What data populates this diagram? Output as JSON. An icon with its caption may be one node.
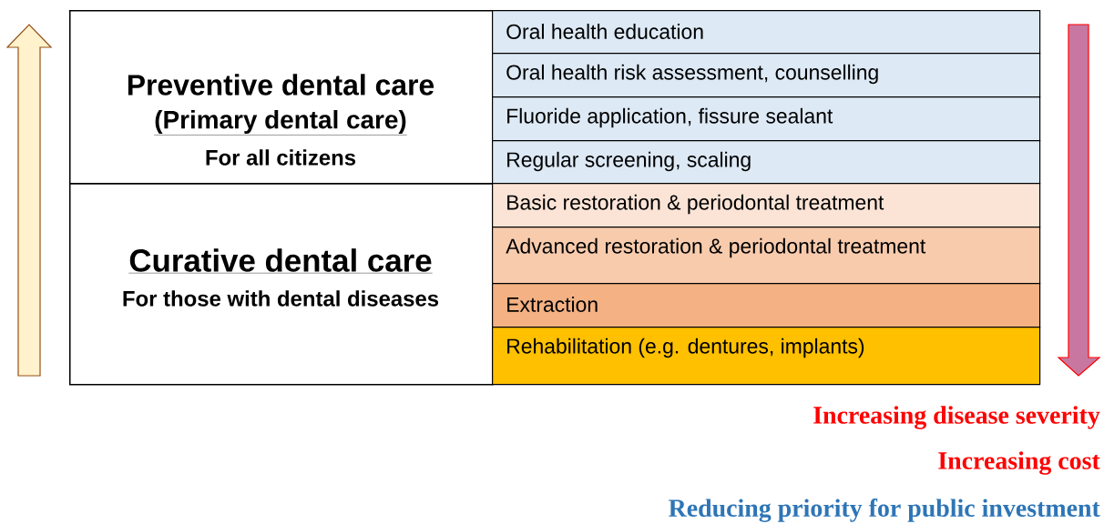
{
  "diagram": {
    "nodes": [
      {
        "text": [
          "Preventive dental care",
          "(Primary dental care)",
          "For all citizens"
        ]
      },
      {
        "text": [
          "Curative dental care",
          "For those with dental diseases"
        ]
      },
      {
        "text": [
          "Oral health education"
        ]
      },
      {
        "text": [
          "Oral health risk assessment, counselling"
        ]
      },
      {
        "text": [
          "Fluoride application, fissure sealant"
        ]
      },
      {
        "text": [
          "Regular screening, scaling"
        ]
      },
      {
        "text": [
          "Basic restoration & periodontal treatment"
        ]
      },
      {
        "text": [
          "Advanced restoration & periodontal treatment"
        ]
      },
      {
        "text": [
          "Extraction"
        ]
      },
      {
        "text": [
          "Rehabilitation (e.g. dentures, implants)"
        ]
      }
    ],
    "labels": [
      "Increasing disease severity",
      "Increasing cost",
      "Reducing priority for public investment"
    ]
  }
}
